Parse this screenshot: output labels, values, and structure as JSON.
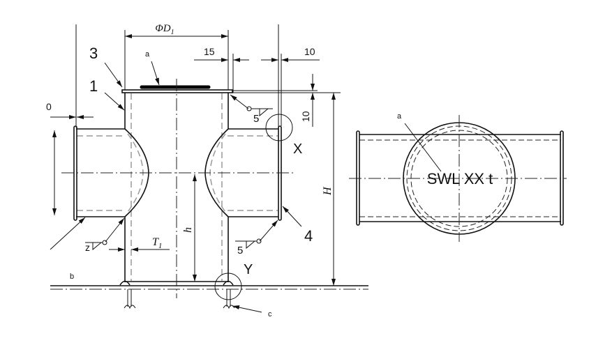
{
  "front_view": {
    "dim_diameter": "ΦD",
    "dim_diameter_sub": "1",
    "dim_15": "15",
    "dim_10_top": "10",
    "dim_10_vertical": "10",
    "dim_left_partial": "0",
    "dim_H": "H",
    "dim_h": "h",
    "dim_T": "T",
    "dim_T_sub": "1",
    "label_3": "3",
    "label_1": "1",
    "label_4": "4",
    "label_a": "a",
    "label_b": "b",
    "label_c": "c",
    "detail_X": "X",
    "detail_Y": "Y",
    "weld_5_top": "5",
    "weld_5_bottom": "5",
    "weld_z": "z"
  },
  "side_view": {
    "label_a": "a",
    "marking": "SWL XX t"
  }
}
